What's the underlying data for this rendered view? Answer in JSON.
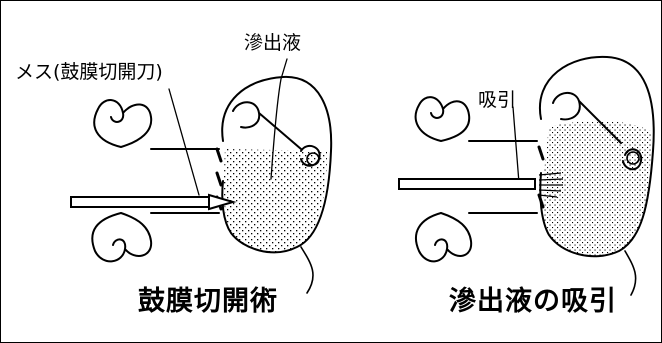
{
  "labels": {
    "scalpel": "メス(鼓膜切開刀)",
    "effusion": "滲出液",
    "suction": "吸引"
  },
  "captions": {
    "myringotomy": "鼓膜切開術",
    "effusion_suction": "滲出液の吸引"
  }
}
